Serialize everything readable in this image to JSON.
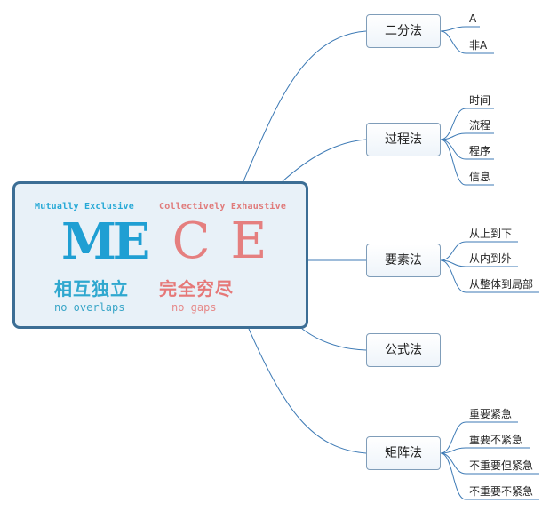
{
  "central": {
    "tag_left": "Mutually Exclusive",
    "tag_right": "Collectively Exhaustive",
    "letters": [
      "M",
      "E",
      "C",
      "E"
    ],
    "cn_left": "相互独立",
    "cn_right": "完全穷尽",
    "sub_left": "no overlaps",
    "sub_right": "no gaps"
  },
  "branches": [
    {
      "label": "二分法",
      "children": [
        "A",
        "非A"
      ]
    },
    {
      "label": "过程法",
      "children": [
        "时间",
        "流程",
        "程序",
        "信息"
      ]
    },
    {
      "label": "要素法",
      "children": [
        "从上到下",
        "从内到外",
        "从整体到局部"
      ]
    },
    {
      "label": "公式法",
      "children": []
    },
    {
      "label": "矩阵法",
      "children": [
        "重要紧急",
        "重要不紧急",
        "不重要但紧急",
        "不重要不紧急"
      ]
    }
  ],
  "colors": {
    "link": "#3d7ab5",
    "central_border": "#3c6e95",
    "blue": "#1f9fd3",
    "red": "#e57f7f"
  }
}
